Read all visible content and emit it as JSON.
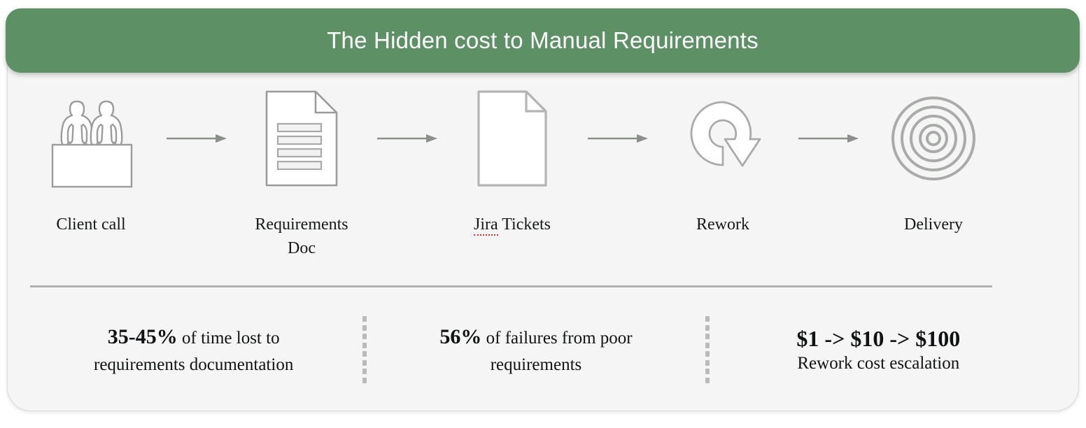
{
  "header": {
    "title": "The Hidden cost to Manual Requirements",
    "bg_color": "#5d9064",
    "text_color": "#ffffff"
  },
  "card": {
    "bg_color": "#f4f5f4",
    "border_color": "#d9dad9"
  },
  "flow": {
    "arrow_color": "#8d8f8d",
    "icon_stroke_color": "#9a9c9a",
    "steps": [
      {
        "id": "client-call",
        "icon": "two-people-at-table-icon",
        "label_line1": "Client call",
        "label_line2": "",
        "misspelled_word": ""
      },
      {
        "id": "requirements-doc",
        "icon": "document-with-lines-icon",
        "label_line1": "Requirements",
        "label_line2": "Doc",
        "misspelled_word": ""
      },
      {
        "id": "jira-tickets",
        "icon": "blank-document-icon",
        "label_line1": "Jira Tickets",
        "label_line2": "",
        "misspelled_word": "Jira"
      },
      {
        "id": "rework",
        "icon": "circular-arrow-icon",
        "label_line1": "Rework",
        "label_line2": "",
        "misspelled_word": ""
      },
      {
        "id": "delivery",
        "icon": "concentric-target-icon",
        "label_line1": "Delivery",
        "label_line2": "",
        "misspelled_word": ""
      }
    ]
  },
  "stats": {
    "divider_color": "#b9bbb9",
    "items": [
      {
        "id": "time-lost",
        "emphasis": "35-45%",
        "text_after": " of time lost to",
        "line2": "requirements documentation"
      },
      {
        "id": "failure-rate",
        "emphasis": "56%",
        "text_after": " of failures from poor",
        "line2": "requirements"
      },
      {
        "id": "cost-escalation",
        "emphasis": "$1 -> $10 -> $100",
        "text_after": "",
        "line2": "Rework cost escalation"
      }
    ]
  }
}
